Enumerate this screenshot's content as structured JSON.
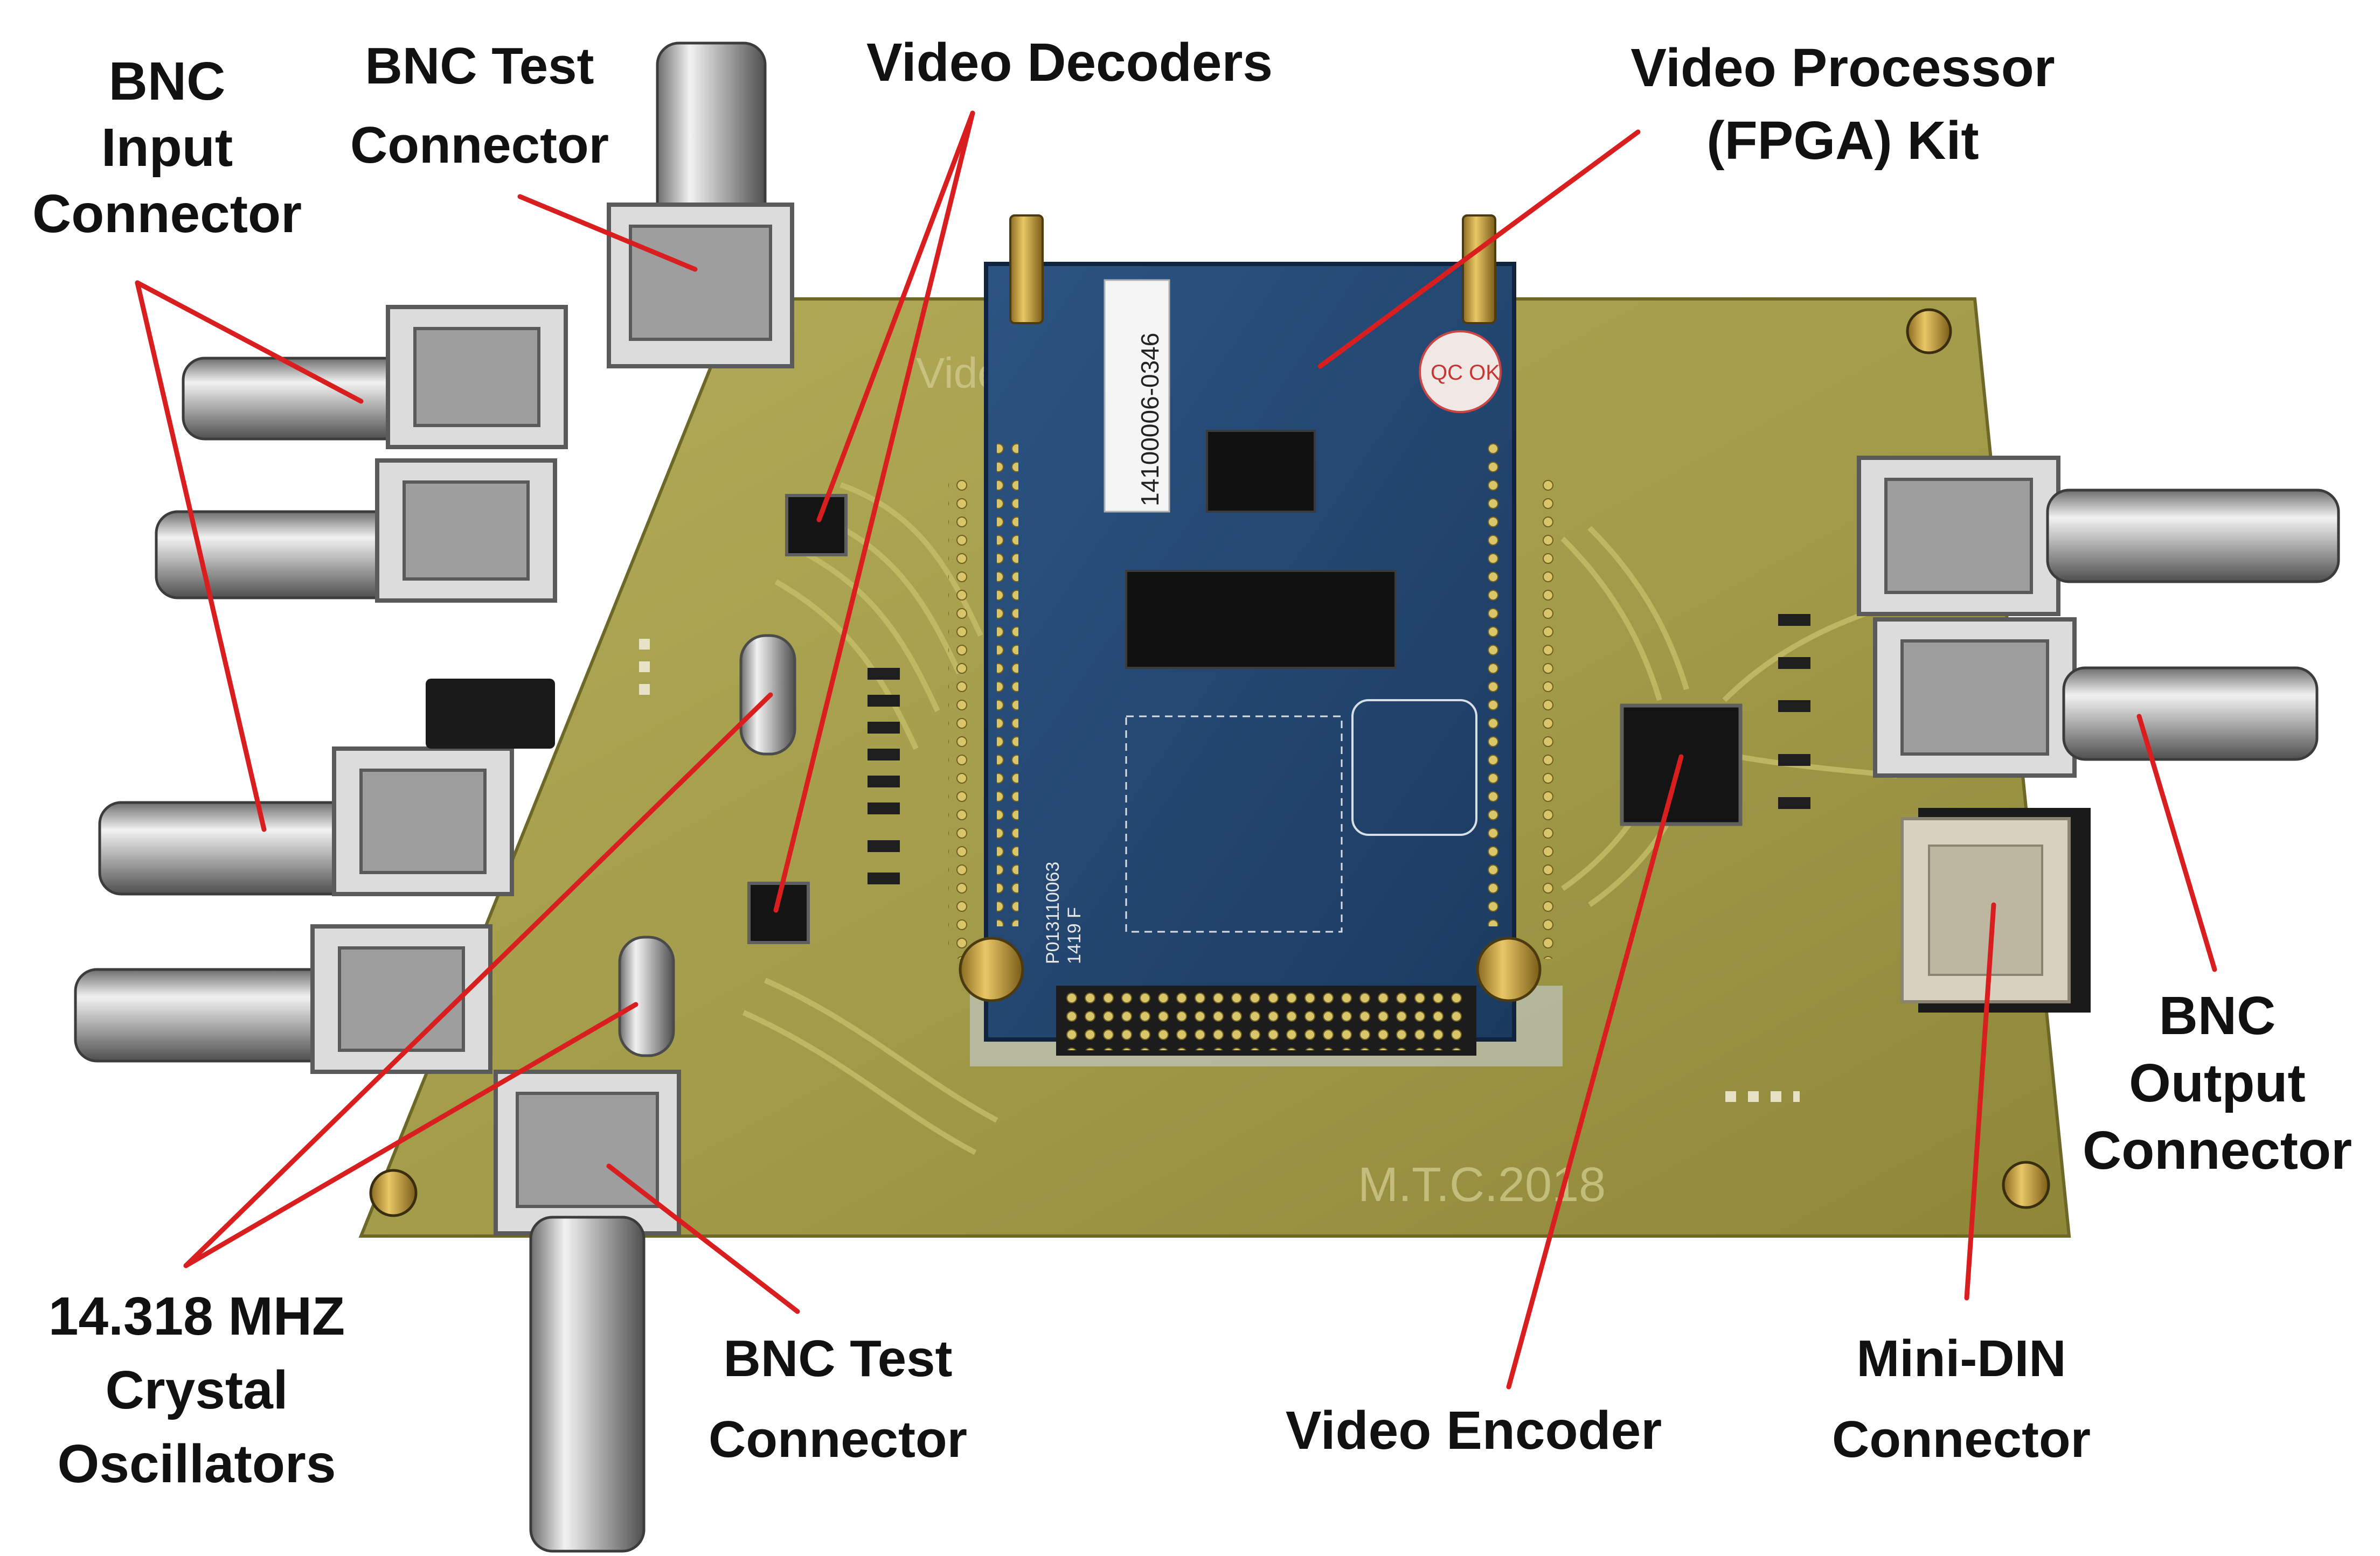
{
  "labels": {
    "bnc_input": [
      "BNC",
      "Input",
      "Connector"
    ],
    "bnc_test_top": [
      "BNC Test",
      "Connector"
    ],
    "video_decoders": [
      "Video Decoders"
    ],
    "video_processor": [
      "Video Processor",
      "(FPGA) Kit"
    ],
    "crystal": [
      "14.318 MHZ",
      "Crystal",
      "Oscillators"
    ],
    "bnc_test_bottom": [
      "BNC Test",
      "Connector"
    ],
    "video_encoder": [
      "Video Encoder"
    ],
    "mini_din": [
      "Mini-DIN",
      "Connector"
    ],
    "bnc_output": [
      "BNC",
      "Output",
      "Connector"
    ]
  },
  "board_silkscreen": {
    "fpga_sticker": "14100006-0346",
    "qc_sticker": "QC OK",
    "module_code": "P013110063",
    "module_date": "1419 F",
    "credit": "M.T.C.2018",
    "board_name": "Video_board_v1.0"
  },
  "colors": {
    "leader_line": "#d81e1e",
    "label_text": "#111111",
    "pcb": "#a09a48",
    "fpga_module": "#23456f"
  }
}
